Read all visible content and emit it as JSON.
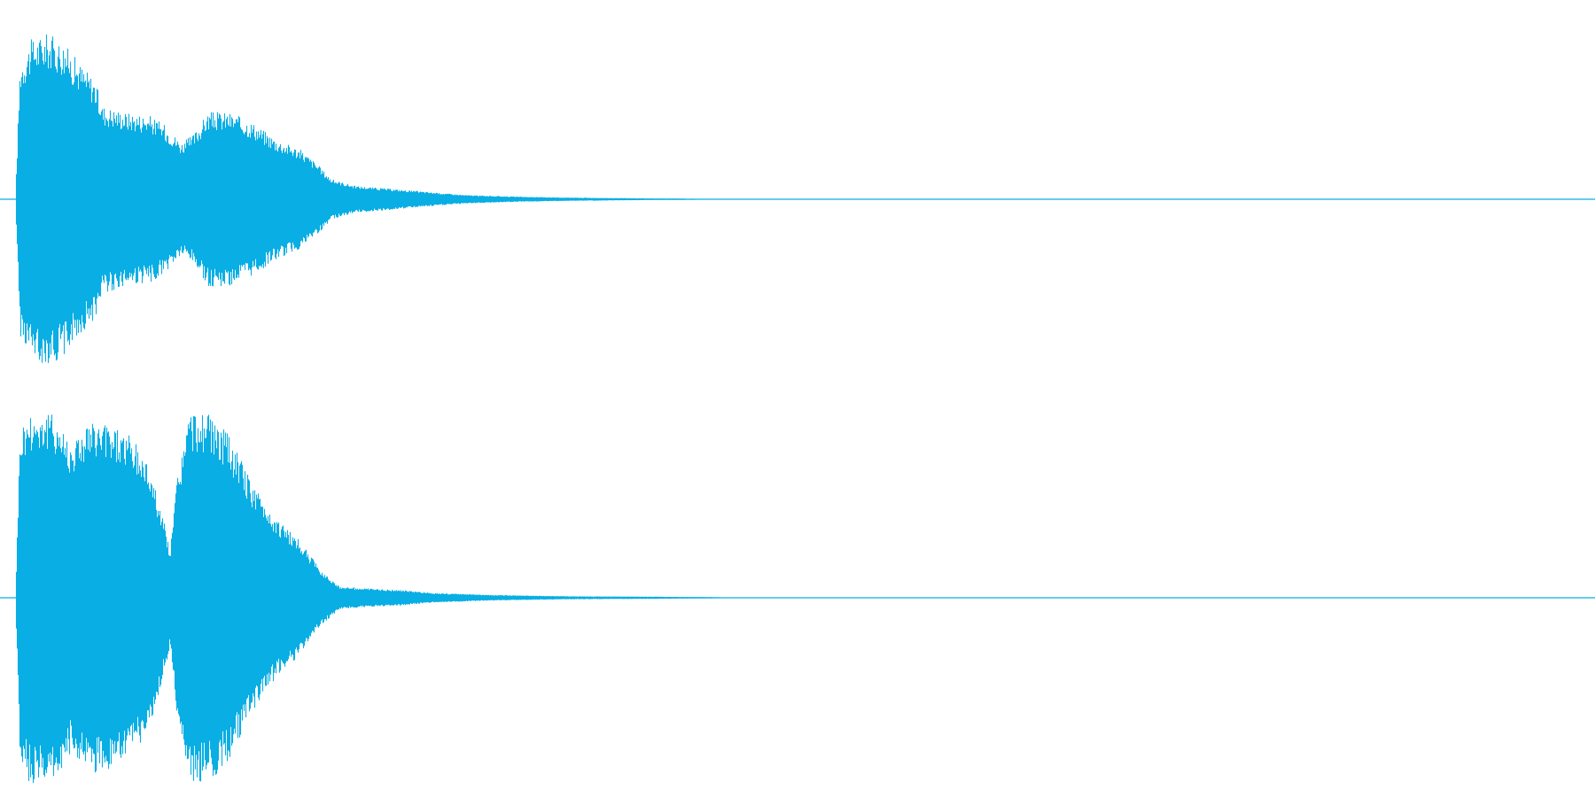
{
  "waveform": {
    "color": "#08aee4",
    "channels": [
      {
        "name": "channel-1",
        "envelope": [
          [
            0.0,
            0.0
          ],
          [
            0.003,
            0.82
          ],
          [
            0.01,
            0.95
          ],
          [
            0.02,
            0.99
          ],
          [
            0.03,
            0.94
          ],
          [
            0.04,
            0.82
          ],
          [
            0.05,
            0.72
          ],
          [
            0.055,
            0.56
          ],
          [
            0.07,
            0.52
          ],
          [
            0.085,
            0.5
          ],
          [
            0.095,
            0.44
          ],
          [
            0.105,
            0.34
          ],
          [
            0.112,
            0.38
          ],
          [
            0.122,
            0.52
          ],
          [
            0.135,
            0.52
          ],
          [
            0.15,
            0.46
          ],
          [
            0.165,
            0.36
          ],
          [
            0.18,
            0.3
          ],
          [
            0.19,
            0.22
          ],
          [
            0.2,
            0.12
          ],
          [
            0.215,
            0.08
          ],
          [
            0.24,
            0.06
          ],
          [
            0.265,
            0.04
          ],
          [
            0.285,
            0.025
          ],
          [
            0.32,
            0.015
          ],
          [
            0.35,
            0.01
          ],
          [
            0.4,
            0.005
          ],
          [
            0.45,
            0.002
          ],
          [
            0.5,
            0.0
          ],
          [
            1.0,
            0.0
          ]
        ]
      },
      {
        "name": "channel-2",
        "envelope": [
          [
            0.0,
            0.0
          ],
          [
            0.003,
            0.9
          ],
          [
            0.01,
            0.99
          ],
          [
            0.025,
            0.97
          ],
          [
            0.035,
            0.82
          ],
          [
            0.045,
            0.92
          ],
          [
            0.06,
            0.92
          ],
          [
            0.072,
            0.86
          ],
          [
            0.085,
            0.7
          ],
          [
            0.094,
            0.4
          ],
          [
            0.098,
            0.25
          ],
          [
            0.102,
            0.62
          ],
          [
            0.11,
            0.98
          ],
          [
            0.122,
            0.97
          ],
          [
            0.135,
            0.86
          ],
          [
            0.15,
            0.6
          ],
          [
            0.165,
            0.42
          ],
          [
            0.18,
            0.3
          ],
          [
            0.193,
            0.15
          ],
          [
            0.205,
            0.06
          ],
          [
            0.22,
            0.05
          ],
          [
            0.245,
            0.04
          ],
          [
            0.265,
            0.025
          ],
          [
            0.3,
            0.015
          ],
          [
            0.35,
            0.008
          ],
          [
            0.4,
            0.006
          ],
          [
            0.445,
            0.003
          ],
          [
            0.46,
            0.0
          ],
          [
            1.0,
            0.0
          ]
        ]
      }
    ]
  }
}
